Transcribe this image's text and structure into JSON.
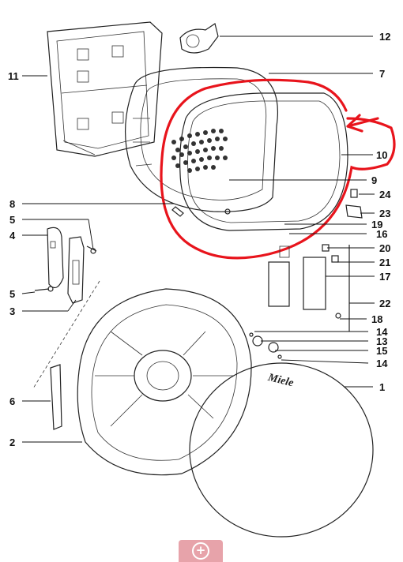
{
  "diagram": {
    "brand_label": "Miele",
    "callouts": [
      {
        "id": "c1",
        "text": "1"
      },
      {
        "id": "c2",
        "text": "2"
      },
      {
        "id": "c3",
        "text": "3"
      },
      {
        "id": "c4",
        "text": "4"
      },
      {
        "id": "c5a",
        "text": "5"
      },
      {
        "id": "c5b",
        "text": "5"
      },
      {
        "id": "c6",
        "text": "6"
      },
      {
        "id": "c7",
        "text": "7"
      },
      {
        "id": "c8",
        "text": "8"
      },
      {
        "id": "c9",
        "text": "9"
      },
      {
        "id": "c10",
        "text": "10"
      },
      {
        "id": "c11",
        "text": "11"
      },
      {
        "id": "c12",
        "text": "12"
      },
      {
        "id": "c13",
        "text": "13"
      },
      {
        "id": "c14a",
        "text": "14"
      },
      {
        "id": "c14b",
        "text": "14"
      },
      {
        "id": "c15",
        "text": "15"
      },
      {
        "id": "c16",
        "text": "16"
      },
      {
        "id": "c17",
        "text": "17"
      },
      {
        "id": "c18",
        "text": "18"
      },
      {
        "id": "c19",
        "text": "19"
      },
      {
        "id": "c20",
        "text": "20"
      },
      {
        "id": "c21",
        "text": "21"
      },
      {
        "id": "c22",
        "text": "22"
      },
      {
        "id": "c23",
        "text": "23"
      },
      {
        "id": "c24",
        "text": "24"
      }
    ],
    "highlight_color": "#e8141c",
    "ink_color": "#222222"
  },
  "zoom_button": {
    "icon": "zoom-in-icon",
    "glyph": "+",
    "color": "#e7a3aa"
  }
}
